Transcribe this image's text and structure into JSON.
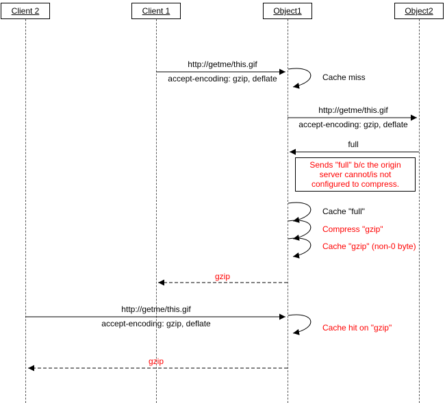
{
  "colors": {
    "message_text_red": "#ff0000",
    "message_text_black": "#000000",
    "border": "#000000",
    "lifeline_dash": "#5a5a5a",
    "background": "#ffffff"
  },
  "actors": [
    {
      "label": "Client 2"
    },
    {
      "label": "Client 1"
    },
    {
      "label": "Object1"
    },
    {
      "label": "Object2"
    }
  ],
  "flow": {
    "req1": {
      "line1": "http://getme/this.gif",
      "line2": "accept-encoding: gzip, deflate"
    },
    "cache_miss": "Cache miss",
    "req2": {
      "line1": "http://getme/this.gif",
      "line2": "accept-encoding: gzip, deflate"
    },
    "resp_full": "full",
    "note": "Sends \"full\" b/c the origin server cannot/is not configured to compress.",
    "cache_full": "Cache \"full\"",
    "compress_gzip": "Compress \"gzip\"",
    "cache_gzip_nonzero": "Cache \"gzip\" (non-0 byte)",
    "resp_gzip1": "gzip",
    "req3": {
      "line1": "http://getme/this.gif",
      "line2": "accept-encoding: gzip, deflate"
    },
    "cache_hit": "Cache hit on \"gzip\"",
    "resp_gzip2": "gzip"
  }
}
